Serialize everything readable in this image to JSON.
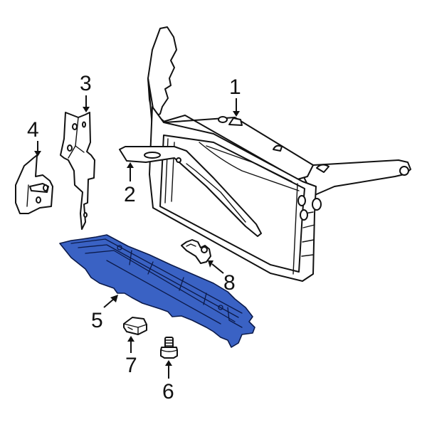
{
  "diagram": {
    "type": "exploded-parts-diagram",
    "accent_color": "#3a62c4",
    "callouts": [
      {
        "id": 1,
        "label": "1",
        "part": "radiator-support-frame"
      },
      {
        "id": 2,
        "label": "2",
        "part": "side-bracket-arm"
      },
      {
        "id": 3,
        "label": "3",
        "part": "upright-bracket"
      },
      {
        "id": 4,
        "label": "4",
        "part": "small-mount-bracket"
      },
      {
        "id": 5,
        "label": "5",
        "part": "lower-splash-shield",
        "highlighted": true
      },
      {
        "id": 6,
        "label": "6",
        "part": "bolt"
      },
      {
        "id": 7,
        "label": "7",
        "part": "clip-nut"
      },
      {
        "id": 8,
        "label": "8",
        "part": "retainer-clip"
      }
    ]
  }
}
